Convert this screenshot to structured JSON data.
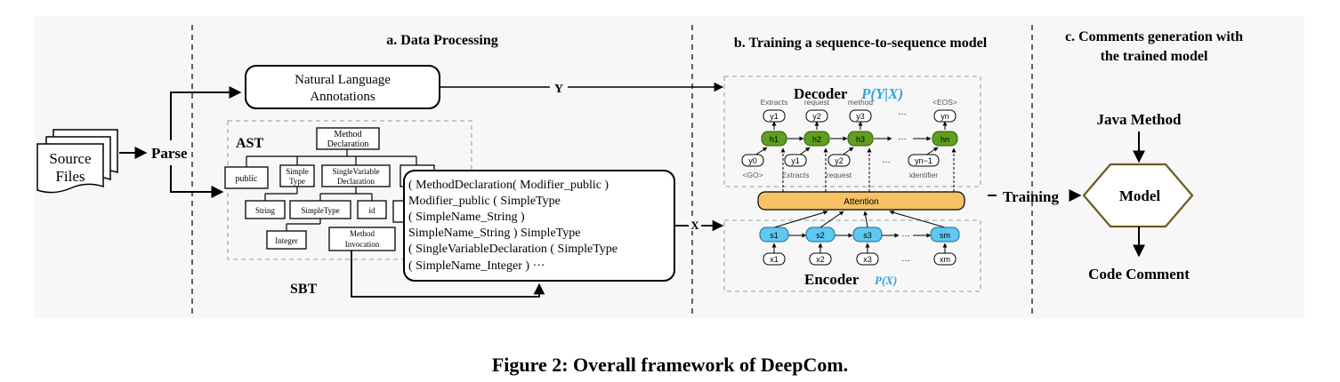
{
  "sections": {
    "a": "a. Data Processing",
    "b": "b. Training a sequence-to-sequence model",
    "c1": "c. Comments generation with",
    "c2": "the trained model"
  },
  "source_files": {
    "line1": "Source",
    "line2": "Files"
  },
  "parse_label": "Parse",
  "nl_annotations": {
    "line1": "Natural Language",
    "line2": "Annotations"
  },
  "y_label": "Y",
  "x_label": "X",
  "ast": {
    "title": "AST",
    "root": {
      "line1": "Method",
      "line2": "Declaration"
    },
    "public": "public",
    "simple_type": {
      "line1": "Simple",
      "line2": "Type"
    },
    "svd": {
      "line1": "SingleVariable",
      "line2": "Declaration"
    },
    "string": "String",
    "simpletype2": "SimpleType",
    "id": "id",
    "integer": "Integer",
    "method_invocation": {
      "line1": "Method",
      "line2": "Invocation"
    }
  },
  "sbt": {
    "title": "SBT",
    "lines": [
      "( MethodDeclaration( Modifier_public )",
      "Modifier_public ( SimpleType",
      "( SimpleName_String )",
      "SimpleName_String ) SimpleType",
      "( SingleVariableDeclaration ( SimpleType",
      "( SimpleName_Integer ) ···"
    ]
  },
  "decoder": {
    "title": "Decoder",
    "prob": "P(Y|X)",
    "outputs": [
      "y1",
      "y2",
      "y3",
      "yn"
    ],
    "output_words": [
      "Extracts",
      "request",
      "method",
      "<EOS>"
    ],
    "hidden": [
      "h1",
      "h2",
      "h3",
      "hn"
    ],
    "inputs": [
      "y0",
      "y1",
      "y2",
      "yn−1"
    ],
    "input_words": [
      "<GO>",
      "Extracts",
      "request",
      "identifier"
    ],
    "dots": "···"
  },
  "attention": "Attention",
  "encoder": {
    "title": "Encoder",
    "prob": "P(X)",
    "states": [
      "s1",
      "s2",
      "s3",
      "sm"
    ],
    "inputs": [
      "x1",
      "x2",
      "x3",
      "xm"
    ],
    "dots": "···"
  },
  "training_label": "Training",
  "java_method": "Java Method",
  "model": "Model",
  "code_comment": "Code Comment",
  "caption": "Figure 2: Overall framework of DeepCom.",
  "colors": {
    "panel_bg": "#f7f7f7",
    "decoder_node": "#5f9e1e",
    "encoder_node": "#5fc8f0",
    "attention": "#f7c266",
    "prob_text": "#2aa5e6"
  }
}
